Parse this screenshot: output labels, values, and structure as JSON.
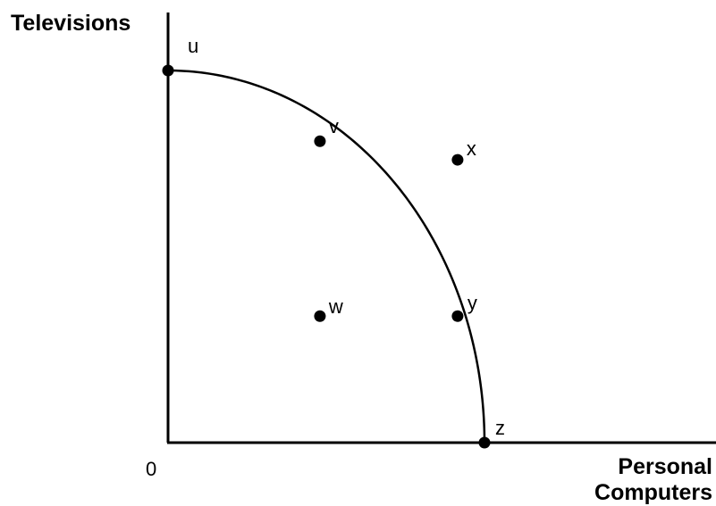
{
  "chart_data": {
    "type": "scatter",
    "title": "",
    "ylabel": "Televisions",
    "xlabel_lines": [
      "Personal",
      "Computers"
    ],
    "origin_label": "0",
    "curve": "production-possibilities-frontier",
    "points": [
      {
        "name": "u",
        "x": 0,
        "y": 10,
        "on_curve": true
      },
      {
        "name": "v",
        "x": 4.8,
        "y": 8.1,
        "on_curve": true
      },
      {
        "name": "x",
        "x": 9.15,
        "y": 7.6,
        "on_curve": false
      },
      {
        "name": "w",
        "x": 4.8,
        "y": 3.4,
        "on_curve": false
      },
      {
        "name": "y",
        "x": 9.15,
        "y": 3.4,
        "on_curve": true
      },
      {
        "name": "z",
        "x": 10,
        "y": 0,
        "on_curve": true
      }
    ],
    "xlim": [
      0,
      10
    ],
    "ylim": [
      0,
      10
    ],
    "grid": false
  },
  "colors": {
    "ink": "#000000",
    "background": "#ffffff"
  }
}
